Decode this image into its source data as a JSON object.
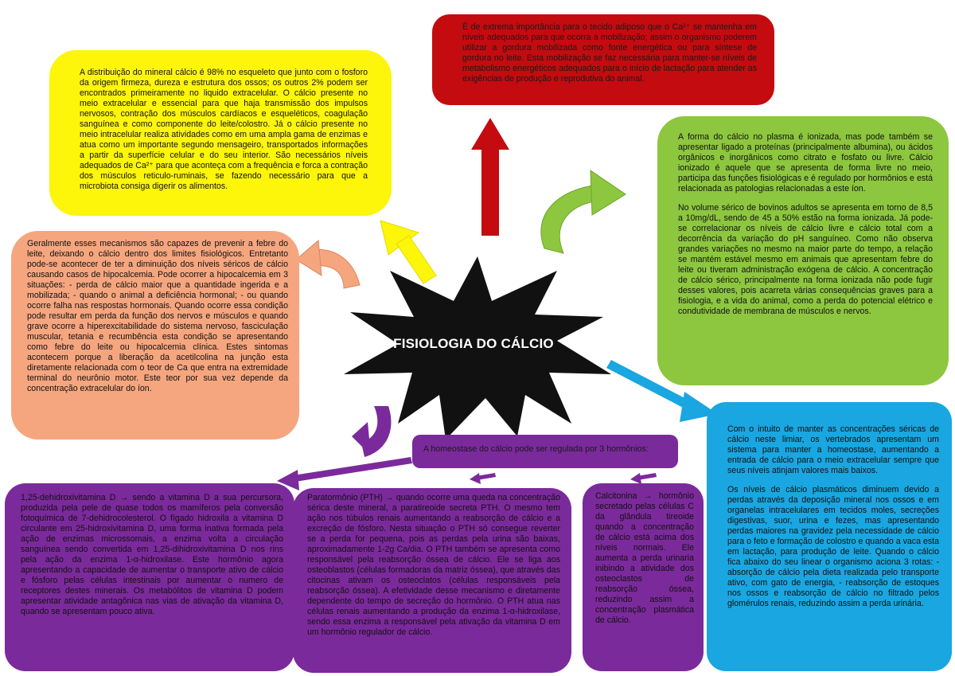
{
  "center": {
    "title": "FISIOLOGIA DO CÁLCIO"
  },
  "yellow": {
    "text": "A distribuição do mineral cálcio é 98% no esqueleto que junto com o fosforo da origem firmeza, dureza e estrutura dos ossos; os outros 2% podem ser encontrados primeiramente no liquido extracelular. O cálcio presente no meio extracelular e essencial para que haja transmissão dos impulsos nervosos, contração dos músculos cardíacos e esqueléticos, coagulação sanguínea e como componente do leite/colostro. Já o cálcio presente no meio intracelular realiza atividades como em uma ampla gama de enzimas e atua como um importante segundo mensageiro, transportados informações a partir da superfície celular e do seu interior. São necessários níveis adequados de Ca²⁺ para que aconteça com a frequência e forca a contração dos músculos reticulo-ruminais, se fazendo necessário para que a microbiota consiga digerir os alimentos."
  },
  "red": {
    "text": "É de extrema importância para o tecido adiposo que o Ca²⁺ se mantenha em níveis adequados para que ocorra a mobilização; assim o organismo poderem utilizar a gordura mobilizada como fonte energética ou para síntese de gordura no leite. Esta mobilização se faz necessária para manter-se níveis de metabolismo energéticos adequados para o início de lactação para atender as exigências de produção e reprodutiva do animal."
  },
  "green": {
    "p1": "A forma do cálcio no plasma é ionizada, mas pode também se apresentar ligado a proteínas (principalmente albumina), ou ácidos orgânicos e inorgânicos como citrato e fosfato ou livre. Cálcio ionizado é aquele que se apresenta de forma livre no meio, participa das funções fisiológicas e é regulado por hormônios e está relacionada as patologias relacionadas a este íon.",
    "p2": "No volume sérico de bovinos adultos se apresenta em torno de 8,5 a 10mg/dL, sendo de 45 a 50% estão na forma ionizada. Já pode-se correlacionar os níveis de cálcio livre e cálcio total com a decorrência da variação do pH sanguíneo. Como não observa grandes variações no mesmo na maior parte do tempo, a relação se mantém estável mesmo em animais que apresentam febre do leite ou tiveram administração exógena de cálcio. A concentração de cálcio sérico, principalmente na forma ionizada não pode fugir desses valores, pois acarreta várias consequências graves para a fisiologia, e a vida do animal, como a perda do potencial elétrico e condutividade de membrana de músculos e nervos."
  },
  "salmon": {
    "text": "Geralmente esses mecanismos são capazes de prevenir a febre do leite, deixando o cálcio dentro dos limites fisiológicos. Entretanto pode-se acontecer de ter a diminuição dos níveis séricos de cálcio causando casos de hipocalcemia. Pode ocorrer a hipocalcemia em 3 situações: - perda de cálcio maior que a quantidade ingerida e a mobilizada; - quando o animal a deficiência hormonal; - ou quando ocorre falha nas respostas hormonais. Quando ocorre essa condição pode resultar em perda da função dos nervos e músculos e quando grave ocorre a hiperexcitabilidade do sistema nervoso, fasciculação muscular, tetania e recumbência esta condição se apresentando como febre do leite ou hipocalcemia clínica. Estes sintomas acontecem porque a liberação da acetilcolina na junção esta diretamente relacionada com o teor de Ca que entra na extremidade terminal do neurônio motor. Este teor por sua vez depende da concentração extracelular do íon."
  },
  "blue": {
    "p1": "Com o intuito de manter as concentrações séricas de cálcio neste limiar, os vertebrados apresentam um sistema para manter a homeostase, aumentando a entrada de cálcio para o meio extracelular sempre que seus níveis atinjam valores mais baixos.",
    "p2": "Os níveis de cálcio plasmáticos diminuem devido a perdas através da deposição mineral nos ossos e em organelas intracelulares em tecidos moles, secreções digestivas, suor, urina e fezes, mas apresentando perdas maiores na gravidez pela necessidade de cálcio para o feto e formação de colostro e quando a vaca esta em lactação, para produção de leite. Quando o cálcio fica abaixo do seu linear o organismo aciona 3 rotas: - absorção de cálcio pela dieta realizada pelo transporte ativo, com gato de energia, - reabsorção de estoques nos ossos e reabsorção de cálcio no filtrado pelos glomérulos renais, reduzindo assim a perda urinária."
  },
  "purple_header": {
    "text": "A homeostase do cálcio pode ser regulada por 3 hormônios:"
  },
  "purple_left": {
    "text": "1,25-dehidroxivitamina D → sendo a vitamina D a sua percursora, produzida pela pele de quase todos os mamíferos pela conversão fotoquímica de 7-dehidrocolesterol. O fígado hidroxila a vitamina D circulante em 25-hidroxivitamina D, uma forma inativa formada pela ação de enzimas microssomais, a enzima volta a circulação sanguínea sendo convertida em 1,25-dihidroxivitamina D nos rins pela ação da enzima 1-α-hidroxilase. Este hormônio agora apresentando a capacidade de aumentar o transporte ativo de cálcio e fósforo pelas células intestinais por aumentar o numero de receptores destes minerais. Os metabólitos de vitamina D podem apresentar atividade antagônica nas vias de ativação da vitamina D, quando se apresentam pouco ativa."
  },
  "purple_mid": {
    "text": "Paratormônio (PTH) → quando ocorre uma queda na concentração sérica deste mineral, a paratireoide secreta PTH. O mesmo tem ação nos túbulos renais aumentando a reabsorção de cálcio e a excreção de fósforo. Nesta situação o PTH só consegue reverter se a perda for pequena, pois as perdas pela urina são baixas, aproximadamente 1-2g Ca/dia. O PTH também se apresenta como responsável pela reabsorção óssea de cálcio. Ele se liga aos osteoblastos (células formadoras da matriz óssea), que através das citocinas ativam os osteoclatos (células responsáveis pela reabsorção óssea). A efetividade desse mecanismo e diretamente dependente do tempo de secreção do hormônio. O PTH atua nas células renais aumentando a produção da enzima 1-α-hidroxilase, sendo essa enzima a responsável pela ativação da vitamina D em um hormônio regulador de cálcio."
  },
  "purple_right": {
    "text": "Calcitonina → hormônio secretado pelas células C da glândula tireoide quando a concentração de cálcio está acima dos níveis normais. Ele aumenta a perda urinaria inibindo a atividade dos osteoclastos de reabsorção óssea, reduzindo assim a concentração plasmática de cálcio."
  },
  "footnote": ".",
  "colors": {
    "yellow": "#fdf50a",
    "red": "#c40b0f",
    "green": "#8dc63f",
    "salmon": "#f5a67f",
    "blue": "#1aa6e0",
    "purple": "#7b2a9b",
    "star": "#111111"
  }
}
